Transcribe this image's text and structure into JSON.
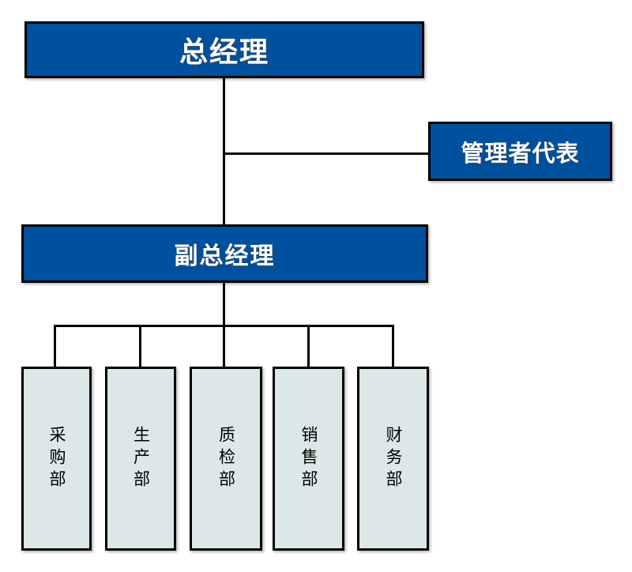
{
  "diagram": {
    "type": "org-chart",
    "nodes": {
      "general_manager": {
        "label": "总经理"
      },
      "management_representative": {
        "label": "管理者代表"
      },
      "deputy_general_manager": {
        "label": "副总经理"
      },
      "departments": [
        {
          "label": "采购部"
        },
        {
          "label": "生产部"
        },
        {
          "label": "质检部"
        },
        {
          "label": "销售部"
        },
        {
          "label": "财务部"
        }
      ]
    },
    "colors": {
      "primary_node_fill": "#0050a0",
      "department_node_fill": "#dce8e7",
      "border_and_lines": "#000000",
      "primary_text": "#ffffff",
      "department_text": "#000000",
      "background": "#ffffff"
    }
  }
}
